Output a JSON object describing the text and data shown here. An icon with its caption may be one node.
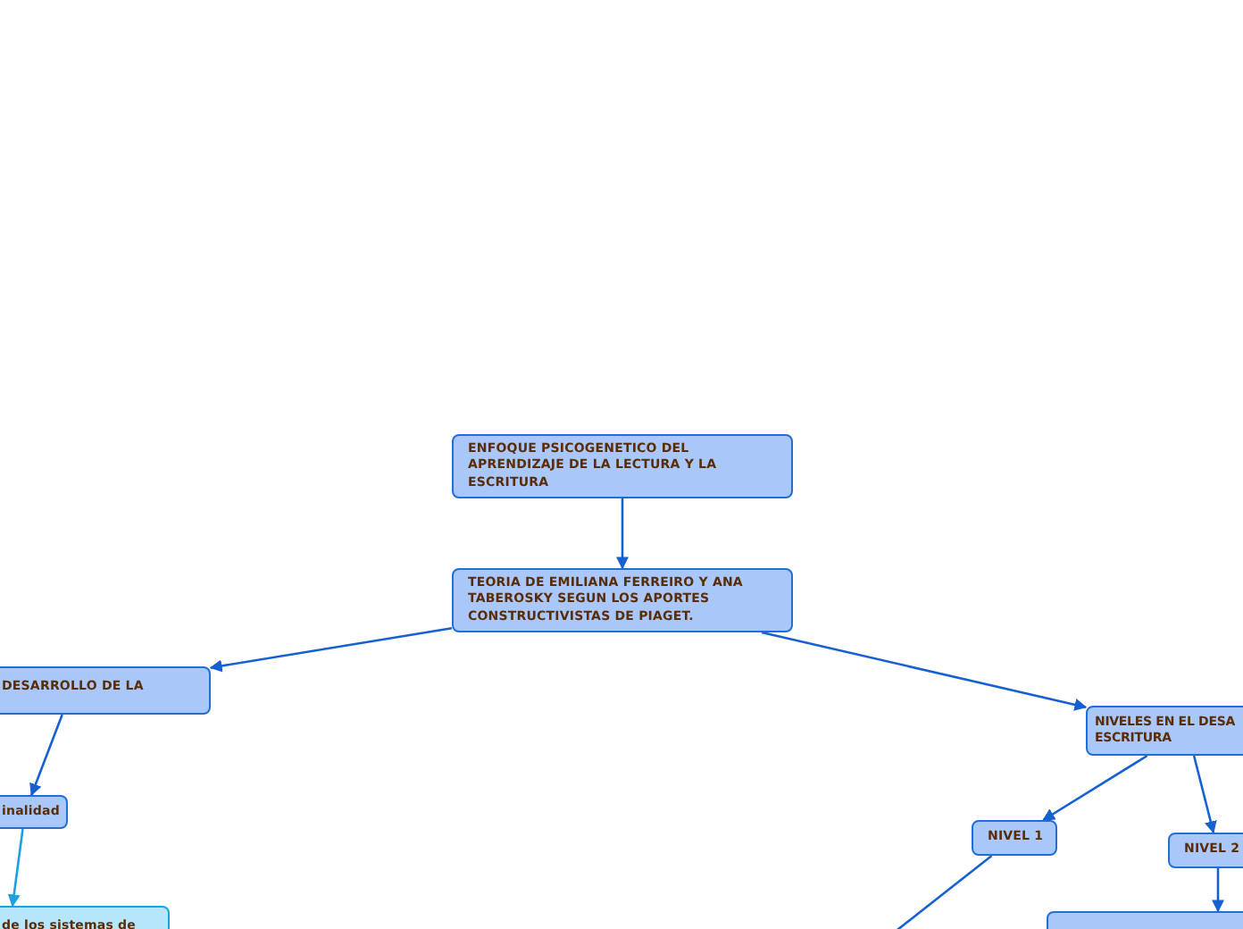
{
  "diagram": {
    "nodes": [
      {
        "text": [
          "ENFOQUE PSICOGENETICO DEL APRENDIZAJE DE LA LECTURA Y LA ESCRITURA"
        ]
      },
      {
        "text": [
          "TEORIA DE EMILIANA FERREIRO Y ANA TABEROSKY SEGUN LOS APORTES CONSTRUCTIVISTAS DE PIAGET."
        ]
      },
      {
        "text": [
          "DESARROLLO DE LA"
        ]
      },
      {
        "text": [
          "inalidad"
        ]
      },
      {
        "text": [
          "de los sistemas de"
        ]
      },
      {
        "text": [
          "NIVELES EN EL DESA ESCRITURA"
        ]
      },
      {
        "text": [
          "NIVEL 1"
        ]
      },
      {
        "text": [
          "NIVEL 2"
        ]
      },
      {
        "text": [],
        "shape": "box"
      }
    ],
    "edges": [
      {
        "from": 0,
        "to": 1,
        "arrow": "to"
      },
      {
        "from": 1,
        "to": 2,
        "arrow": "to"
      },
      {
        "from": 1,
        "to": 5,
        "arrow": "to"
      },
      {
        "from": 2,
        "to": 3,
        "arrow": "to"
      },
      {
        "from": 3,
        "to": 4,
        "arrow": "to",
        "color": "#1ba1e2"
      },
      {
        "from": 5,
        "to": 6,
        "arrow": "to"
      },
      {
        "from": 5,
        "to": 7,
        "arrow": "to"
      },
      {
        "from": 7,
        "to": 8,
        "arrow": "to"
      },
      {
        "from": 6,
        "to": null,
        "arrow": "none"
      }
    ]
  }
}
